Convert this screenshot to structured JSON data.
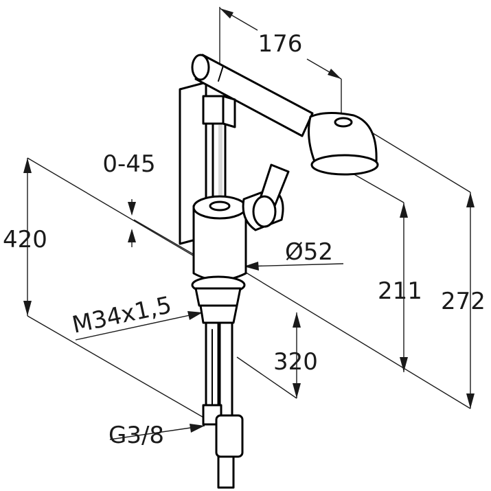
{
  "dimensions": {
    "spout_reach": "176",
    "swivel_range": "0-45",
    "total_height": "420",
    "body_diameter": "Ø52",
    "spout_height": "211",
    "overall_height": "272",
    "thread": "M34x1,5",
    "hose_length": "320",
    "connection": "G3/8"
  },
  "colors": {
    "line": "#000000",
    "shade": "#d9d9d9",
    "background": "#ffffff"
  }
}
